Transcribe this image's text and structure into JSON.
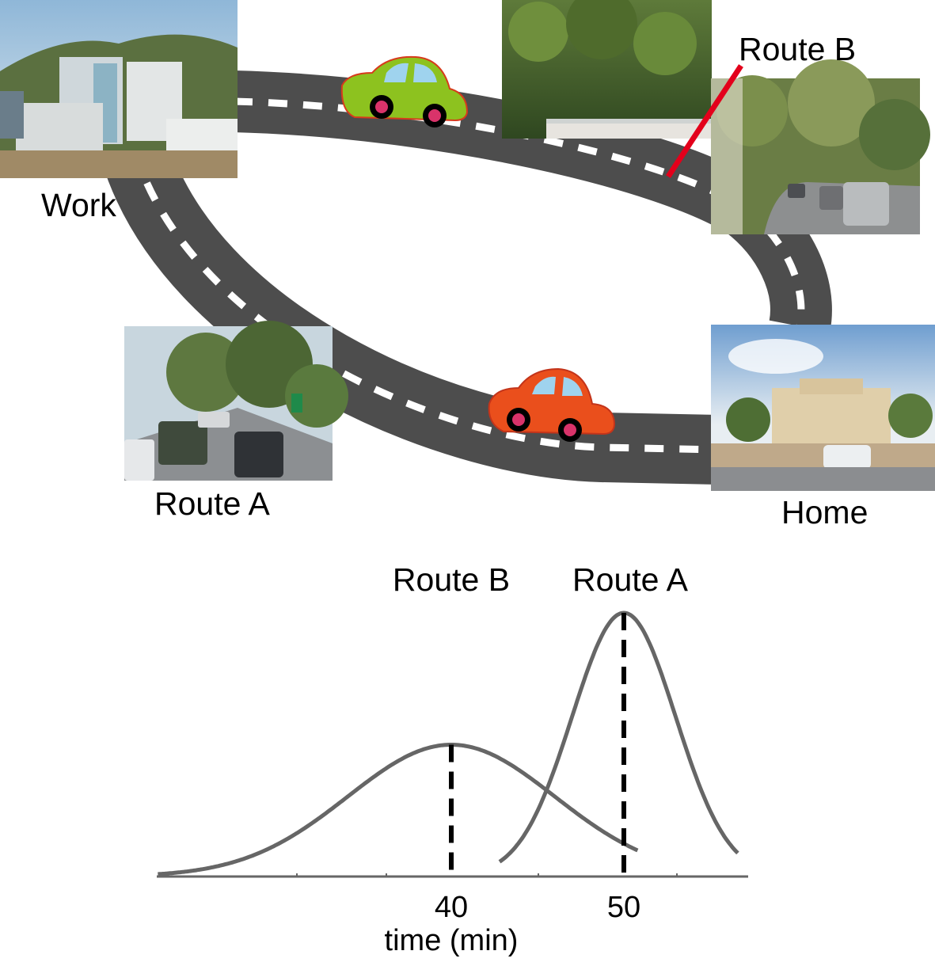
{
  "labels": {
    "work": "Work",
    "home": "Home",
    "route_a_map": "Route A",
    "route_b_map": "Route B"
  },
  "colors": {
    "road": "#4d4d4d",
    "lane": "#ffffff",
    "car_green": "#8dc21f",
    "car_red": "#ea4f1c",
    "window": "#9fd3ee",
    "pointer": "#e3001b",
    "curve": "#666666"
  },
  "chart_data": {
    "type": "line",
    "xlabel": "time (min)",
    "x_ticks": [
      40,
      50
    ],
    "xlim": [
      23,
      57
    ],
    "series": [
      {
        "name": "Route B",
        "mean": 40,
        "sd": 6.0,
        "peak": 0.5
      },
      {
        "name": "Route A",
        "mean": 50,
        "sd": 3.0,
        "peak": 1.0
      }
    ]
  }
}
